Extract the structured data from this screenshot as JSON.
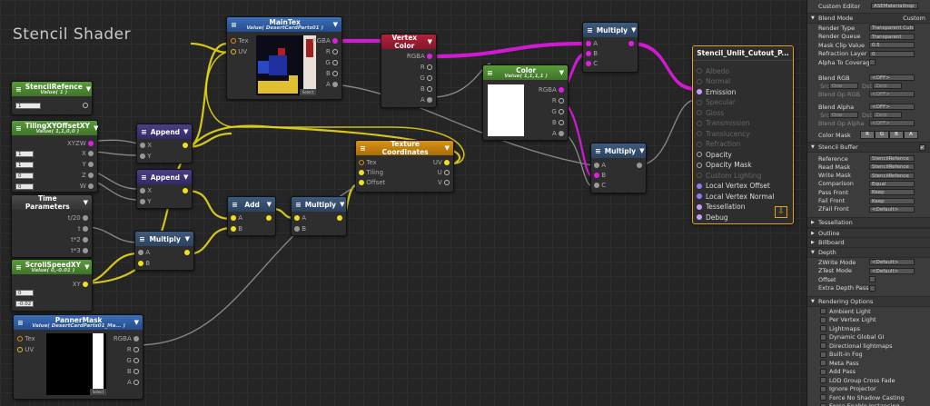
{
  "canvas_title": "Stencil Shader",
  "nodes": {
    "stencil_ref": {
      "title": "StencilRefence",
      "sub": "Value( 1 )",
      "value": "1"
    },
    "tiling": {
      "title": "TilingXYOffsetXY",
      "sub": "Value( 1,1,0,0 )",
      "out": "XYZW",
      "ports": [
        "X",
        "Y",
        "Z",
        "W"
      ],
      "values": [
        "1",
        "1",
        "0",
        "0"
      ]
    },
    "time": {
      "title": "Time Parameters",
      "ports": [
        "t/20",
        "t",
        "t*2",
        "t*3"
      ]
    },
    "scroll": {
      "title": "ScrollSpeedXY",
      "sub": "Value( 0,-0.01 )",
      "out": "XY",
      "values": [
        "0",
        "-0.02"
      ]
    },
    "panner": {
      "title": "PannerMask",
      "sub": "Value( DesertCardParts01_Ma... )",
      "ins": [
        "Tex",
        "UV"
      ],
      "outs": [
        "RGBA",
        "R",
        "G",
        "B",
        "A"
      ],
      "select": "Select"
    },
    "maintex": {
      "title": "MainTex",
      "sub": "Value( DesertCardParts01 )",
      "ins": [
        "Tex",
        "UV"
      ],
      "outs": [
        "RGBA",
        "R",
        "G",
        "B",
        "A"
      ],
      "select": "Select"
    },
    "append1": {
      "title": "Append",
      "ins": [
        "X",
        "Y"
      ]
    },
    "append2": {
      "title": "Append",
      "ins": [
        "X",
        "Y"
      ]
    },
    "multiply_bl": {
      "title": "Multiply",
      "ins": [
        "A",
        "B"
      ]
    },
    "add": {
      "title": "Add",
      "ins": [
        "A",
        "B"
      ]
    },
    "multiply_mid": {
      "title": "Multiply",
      "ins": [
        "A",
        "B"
      ]
    },
    "texcoords": {
      "title": "Texture Coordinates",
      "ins": [
        "Tex",
        "Tiling",
        "Offset"
      ],
      "outs": [
        "UV",
        "U",
        "V"
      ]
    },
    "vertex_color": {
      "title": "Vertex Color",
      "outs": [
        "RGBA",
        "R",
        "G",
        "B",
        "A"
      ]
    },
    "color": {
      "title": "Color",
      "sub": "Value( 1,1,1,1 )",
      "outs": [
        "RGBA",
        "R",
        "G",
        "B",
        "A"
      ]
    },
    "multiply_top": {
      "title": "Multiply",
      "ins": [
        "A",
        "B",
        "C"
      ]
    },
    "multiply_low": {
      "title": "Multiply",
      "ins": [
        "A",
        "B",
        "C"
      ]
    },
    "output": {
      "title": "Stencil_Unlit_Cutout_P...",
      "ports": [
        "Albedo",
        "Normal",
        "Emission",
        "Specular",
        "Gloss",
        "Transmission",
        "Translucency",
        "Refraction",
        "Opacity",
        "Opacity Mask",
        "Custom Lighting",
        "Local Vertex Offset",
        "Local Vertex Normal",
        "Tessellation",
        "Debug"
      ]
    }
  },
  "panel": {
    "top": {
      "label": "Custom Editor",
      "value": "ASEMaterialInsp"
    },
    "blend_mode": {
      "label": "Blend Mode",
      "value": "Custom"
    },
    "rows1": [
      {
        "label": "Render Type",
        "value": "Transparent Cutout"
      },
      {
        "label": "Render Queue",
        "value": "Transparent"
      },
      {
        "label": "Mask Clip Value",
        "value": "0.5"
      },
      {
        "label": "Refraction Layer",
        "value": "0"
      },
      {
        "label": "Alpha To Coverage",
        "value": ""
      }
    ],
    "blend_rgb": {
      "label": "Blend RGB",
      "value": "<OFF>",
      "src": "Src",
      "src_val": "One",
      "dst": "Dst",
      "dst_val": "Zero",
      "op": "Blend Op RGB",
      "op_val": "<OFF>"
    },
    "blend_alpha": {
      "label": "Blend Alpha",
      "value": "<OFF>",
      "src": "Src",
      "src_val": "One",
      "dst": "Dst",
      "dst_val": "Zero",
      "op": "Blend Op Alpha",
      "op_val": "<OFF>"
    },
    "color_mask": {
      "label": "Color Mask",
      "letters": [
        "R",
        "G",
        "B",
        "A"
      ]
    },
    "stencil": {
      "label": "Stencil Buffer",
      "rows": [
        {
          "label": "Reference",
          "value": "StencilRefence"
        },
        {
          "label": "Read Mask",
          "value": "StencilRefence"
        },
        {
          "label": "Write Mask",
          "value": "StencilRefence"
        },
        {
          "label": "Comparison",
          "value": "Equal"
        },
        {
          "label": "Pass Front",
          "value": "Keep"
        },
        {
          "label": "Fail Front",
          "value": "Keep"
        },
        {
          "label": "ZFail Front",
          "value": "<Default>"
        }
      ]
    },
    "sections": [
      "Tessellation",
      "Outline",
      "Billboard",
      "Depth"
    ],
    "depth_rows": [
      {
        "label": "ZWrite Mode",
        "value": "<Default>"
      },
      {
        "label": "ZTest Mode",
        "value": "<Default>"
      },
      {
        "label": "Offset",
        "value": ""
      },
      {
        "label": "Extra Depth Pass",
        "value": ""
      }
    ],
    "rendering": {
      "label": "Rendering Options",
      "items": [
        "Ambient Light",
        "Per Vertex Light",
        "Lightmaps",
        "Dynamic Global GI",
        "Directional lightmaps",
        "Built-in Fog",
        "Meta Pass",
        "Add Pass",
        "LOD Group Cross Fade",
        "Ignore Projector",
        "Force No Shadow Casting",
        "Force Enable Instancing"
      ]
    }
  },
  "colors": {
    "wire_yellow": "#e8d81a",
    "wire_magenta": "#d21ad2",
    "wire_gray": "#8a8a8a",
    "output_border": "#e6a020"
  }
}
